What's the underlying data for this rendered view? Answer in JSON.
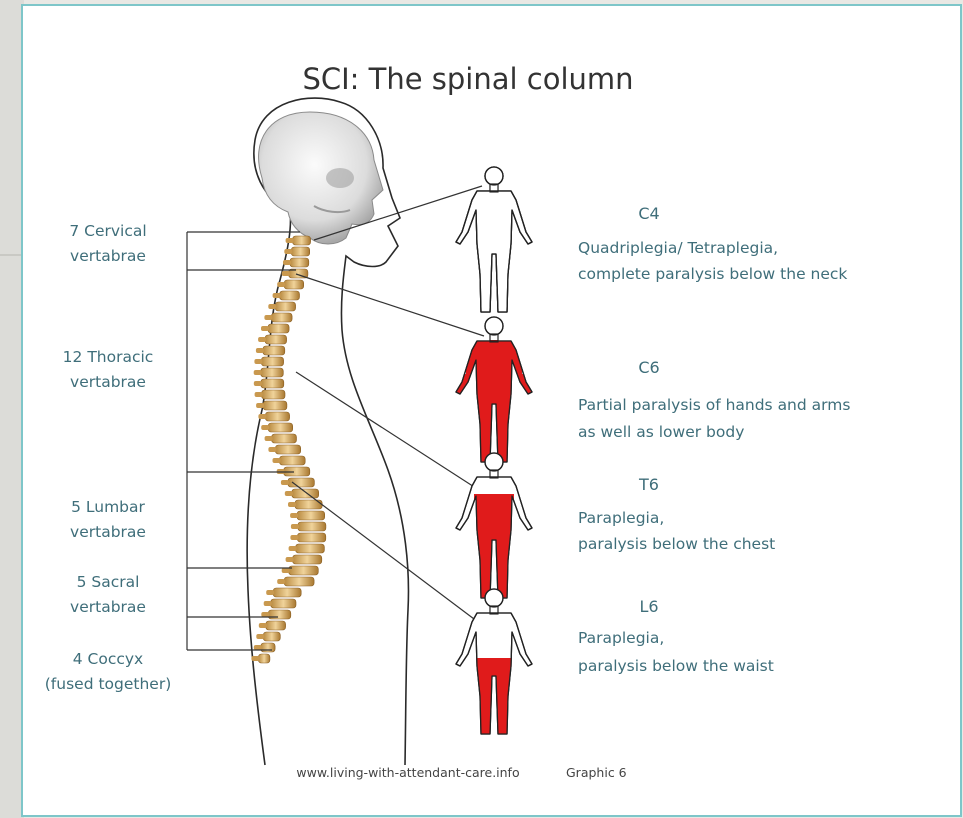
{
  "title": "SCI: The spinal column",
  "vertebrae_labels": [
    {
      "line1": "7 Cervical",
      "line2": "vertabrae"
    },
    {
      "line1": "12 Thoracic",
      "line2": "vertabrae"
    },
    {
      "line1": "5 Lumbar",
      "line2": "vertabrae"
    },
    {
      "line1": "5 Sacral",
      "line2": "vertabrae"
    },
    {
      "line1": "4 Coccyx",
      "line2": "(fused together)"
    }
  ],
  "injury_levels": [
    {
      "code": "C4",
      "line1": "Quadriplegia/ Tetraplegia,",
      "line2": "complete paralysis below the neck"
    },
    {
      "code": "C6",
      "line1": "Partial paralysis of hands and arms",
      "line2": "as well as lower body"
    },
    {
      "code": "T6",
      "line1": "Paraplegia,",
      "line2": "paralysis below the chest"
    },
    {
      "code": "L6",
      "line1": "Paraplegia,",
      "line2": "paralysis below the waist"
    }
  ],
  "credit": {
    "url": "www.living-with-attendant-care.info",
    "graphic": "Graphic 6"
  },
  "colors": {
    "paralysis": "#e01b1b",
    "label_text": "#3f6e7a",
    "panel_border": "#7ec6c9",
    "bone": "#d3a866"
  }
}
